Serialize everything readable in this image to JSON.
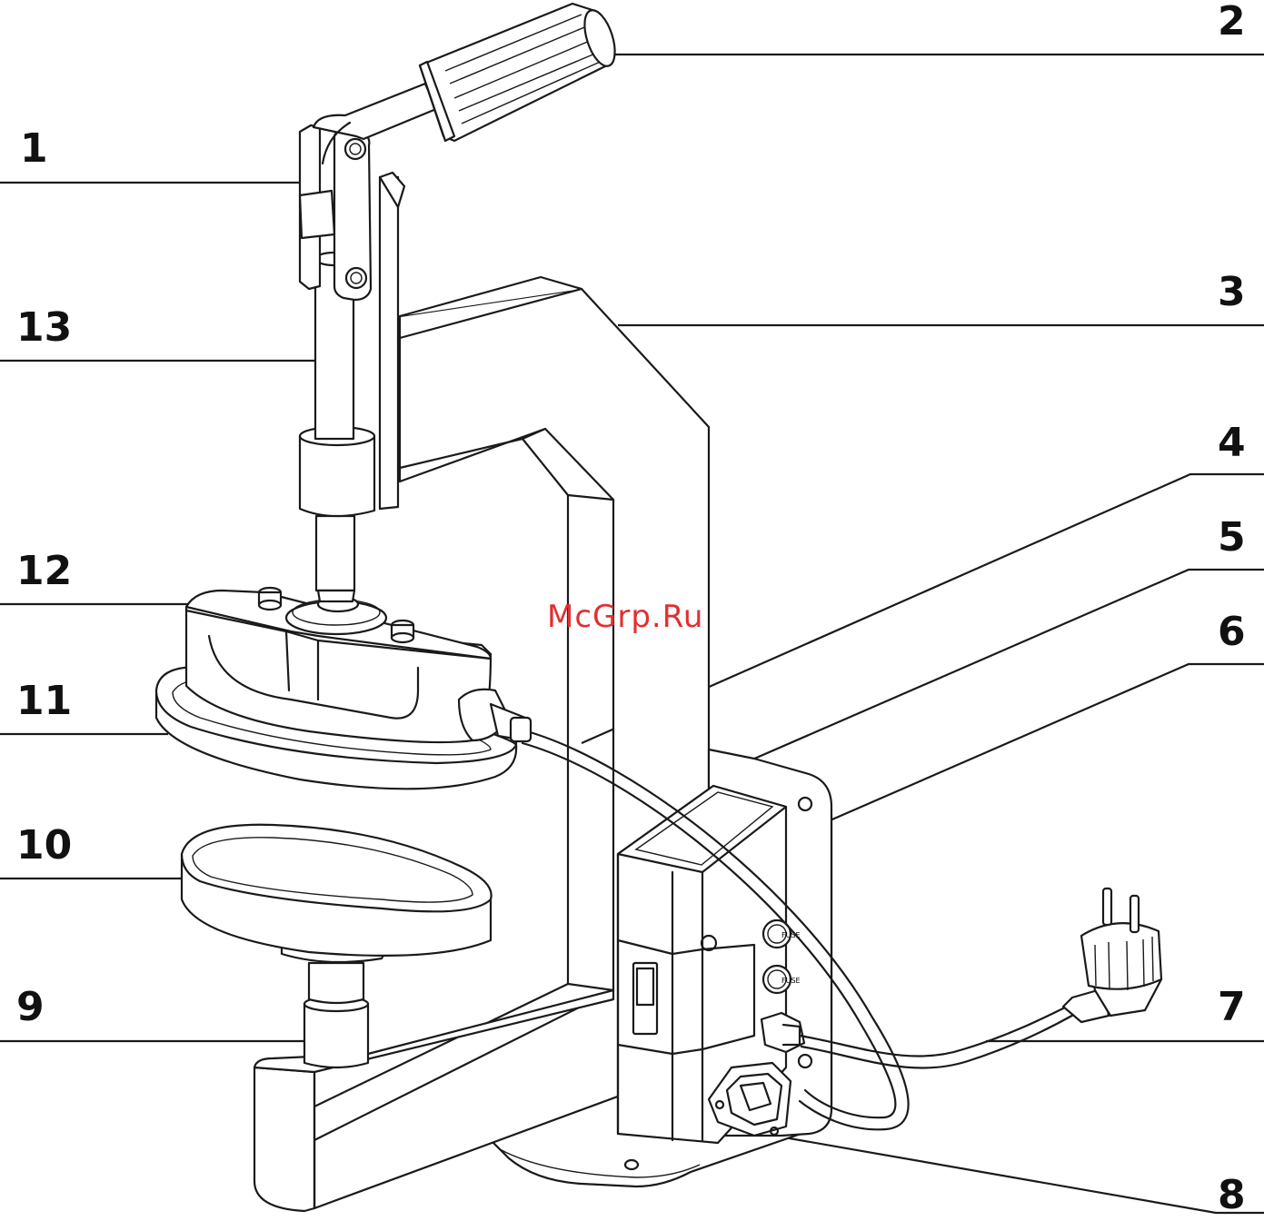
{
  "diagram": {
    "callouts": [
      {
        "id": "1",
        "label": "1"
      },
      {
        "id": "2",
        "label": "2"
      },
      {
        "id": "3",
        "label": "3"
      },
      {
        "id": "4",
        "label": "4"
      },
      {
        "id": "5",
        "label": "5"
      },
      {
        "id": "6",
        "label": "6"
      },
      {
        "id": "7",
        "label": "7"
      },
      {
        "id": "8",
        "label": "8"
      },
      {
        "id": "9",
        "label": "9"
      },
      {
        "id": "10",
        "label": "10"
      },
      {
        "id": "11",
        "label": "11"
      },
      {
        "id": "12",
        "label": "12"
      },
      {
        "id": "13",
        "label": "13"
      }
    ],
    "panel_labels": {
      "fuse_top": "FUSE",
      "fuse_bottom": "FUSE"
    },
    "watermark": "McGrp.Ru",
    "colors": {
      "line": "#1a1a1a",
      "watermark": "#e03030",
      "background": "#ffffff"
    }
  }
}
